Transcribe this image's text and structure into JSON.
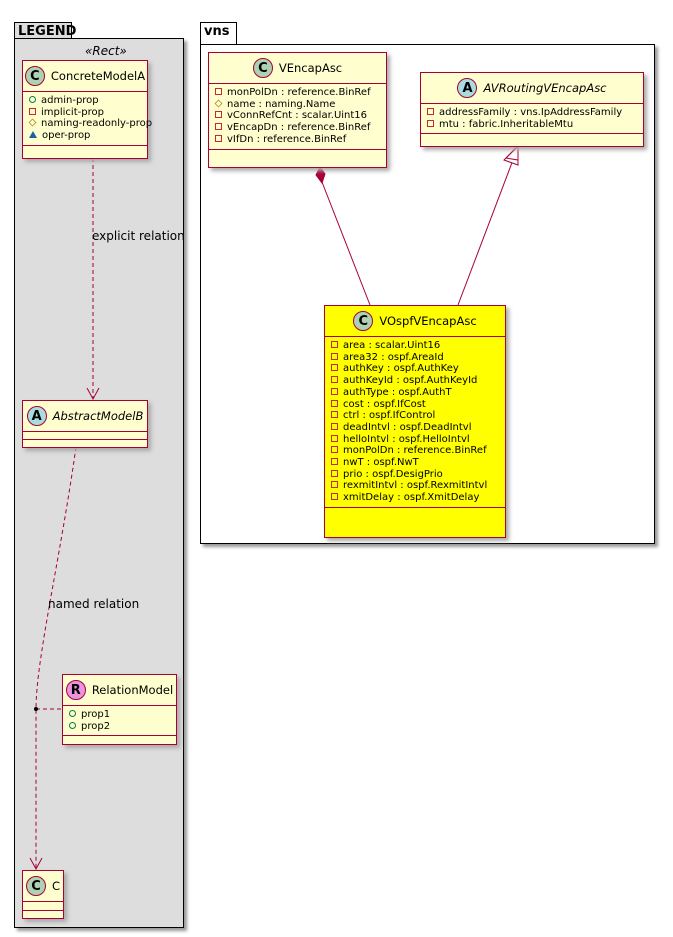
{
  "packages": {
    "legend": "LEGEND",
    "vns": "vns"
  },
  "legend": {
    "stereotype": "«Rect»",
    "relation_explicit": "explicit relation",
    "relation_named": "named relation"
  },
  "classes": [
    {
      "id": "concrete-model-a",
      "kind": "C",
      "name": "ConcreteModelA",
      "italic": false,
      "highlight": false,
      "attrs": [
        {
          "vis": "public",
          "text": "admin-prop"
        },
        {
          "vis": "private",
          "text": "implicit-prop"
        },
        {
          "vis": "protected",
          "text": "naming-readonly-prop"
        },
        {
          "vis": "package",
          "text": "oper-prop"
        }
      ]
    },
    {
      "id": "abstract-model-b",
      "kind": "A",
      "name": "AbstractModelB",
      "italic": true,
      "highlight": false,
      "attrs": []
    },
    {
      "id": "relation-model",
      "kind": "R",
      "name": "RelationModel",
      "italic": false,
      "highlight": false,
      "attrs": [
        {
          "vis": "public",
          "text": "prop1"
        },
        {
          "vis": "public",
          "text": "prop2"
        }
      ]
    },
    {
      "id": "c",
      "kind": "C",
      "name": "C",
      "italic": false,
      "highlight": false,
      "attrs": []
    },
    {
      "id": "vencapasc",
      "kind": "C",
      "name": "VEncapAsc",
      "italic": false,
      "highlight": false,
      "attrs": [
        {
          "vis": "private",
          "text": "monPolDn : reference.BinRef"
        },
        {
          "vis": "protected",
          "text": "name : naming.Name"
        },
        {
          "vis": "private",
          "text": "vConnRefCnt : scalar.Uint16"
        },
        {
          "vis": "private",
          "text": "vEncapDn : reference.BinRef"
        },
        {
          "vis": "private",
          "text": "vIfDn : reference.BinRef"
        }
      ]
    },
    {
      "id": "avroutingvencapasc",
      "kind": "A",
      "name": "AVRoutingVEncapAsc",
      "italic": true,
      "highlight": false,
      "attrs": [
        {
          "vis": "private",
          "text": "addressFamily : vns.IpAddressFamily"
        },
        {
          "vis": "private",
          "text": "mtu : fabric.InheritableMtu"
        }
      ]
    },
    {
      "id": "vospfvencapasc",
      "kind": "C",
      "name": "VOspfVEncapAsc",
      "italic": false,
      "highlight": true,
      "attrs": [
        {
          "vis": "private",
          "text": "area : scalar.Uint16"
        },
        {
          "vis": "private",
          "text": "area32 : ospf.AreaId"
        },
        {
          "vis": "private",
          "text": "authKey : ospf.AuthKey"
        },
        {
          "vis": "private",
          "text": "authKeyId : ospf.AuthKeyId"
        },
        {
          "vis": "private",
          "text": "authType : ospf.AuthT"
        },
        {
          "vis": "private",
          "text": "cost : ospf.IfCost"
        },
        {
          "vis": "private",
          "text": "ctrl : ospf.IfControl"
        },
        {
          "vis": "private",
          "text": "deadIntvl : ospf.DeadIntvl"
        },
        {
          "vis": "private",
          "text": "helloIntvl : ospf.HelloIntvl"
        },
        {
          "vis": "private",
          "text": "monPolDn : reference.BinRef"
        },
        {
          "vis": "private",
          "text": "nwT : ospf.NwT"
        },
        {
          "vis": "private",
          "text": "prio : ospf.DesigPrio"
        },
        {
          "vis": "private",
          "text": "rexmitIntvl : ospf.RexmitIntvl"
        },
        {
          "vis": "private",
          "text": "xmitDelay : ospf.XmitDelay"
        }
      ]
    }
  ],
  "colors": {
    "border": "#A80036",
    "class_bg": "#FEFECE",
    "highlight_bg": "#FFFF00",
    "legend_bg": "#DDDDDD",
    "C": "#ADD1B2",
    "A": "#A9DCDF",
    "R": "#EB93DF"
  }
}
